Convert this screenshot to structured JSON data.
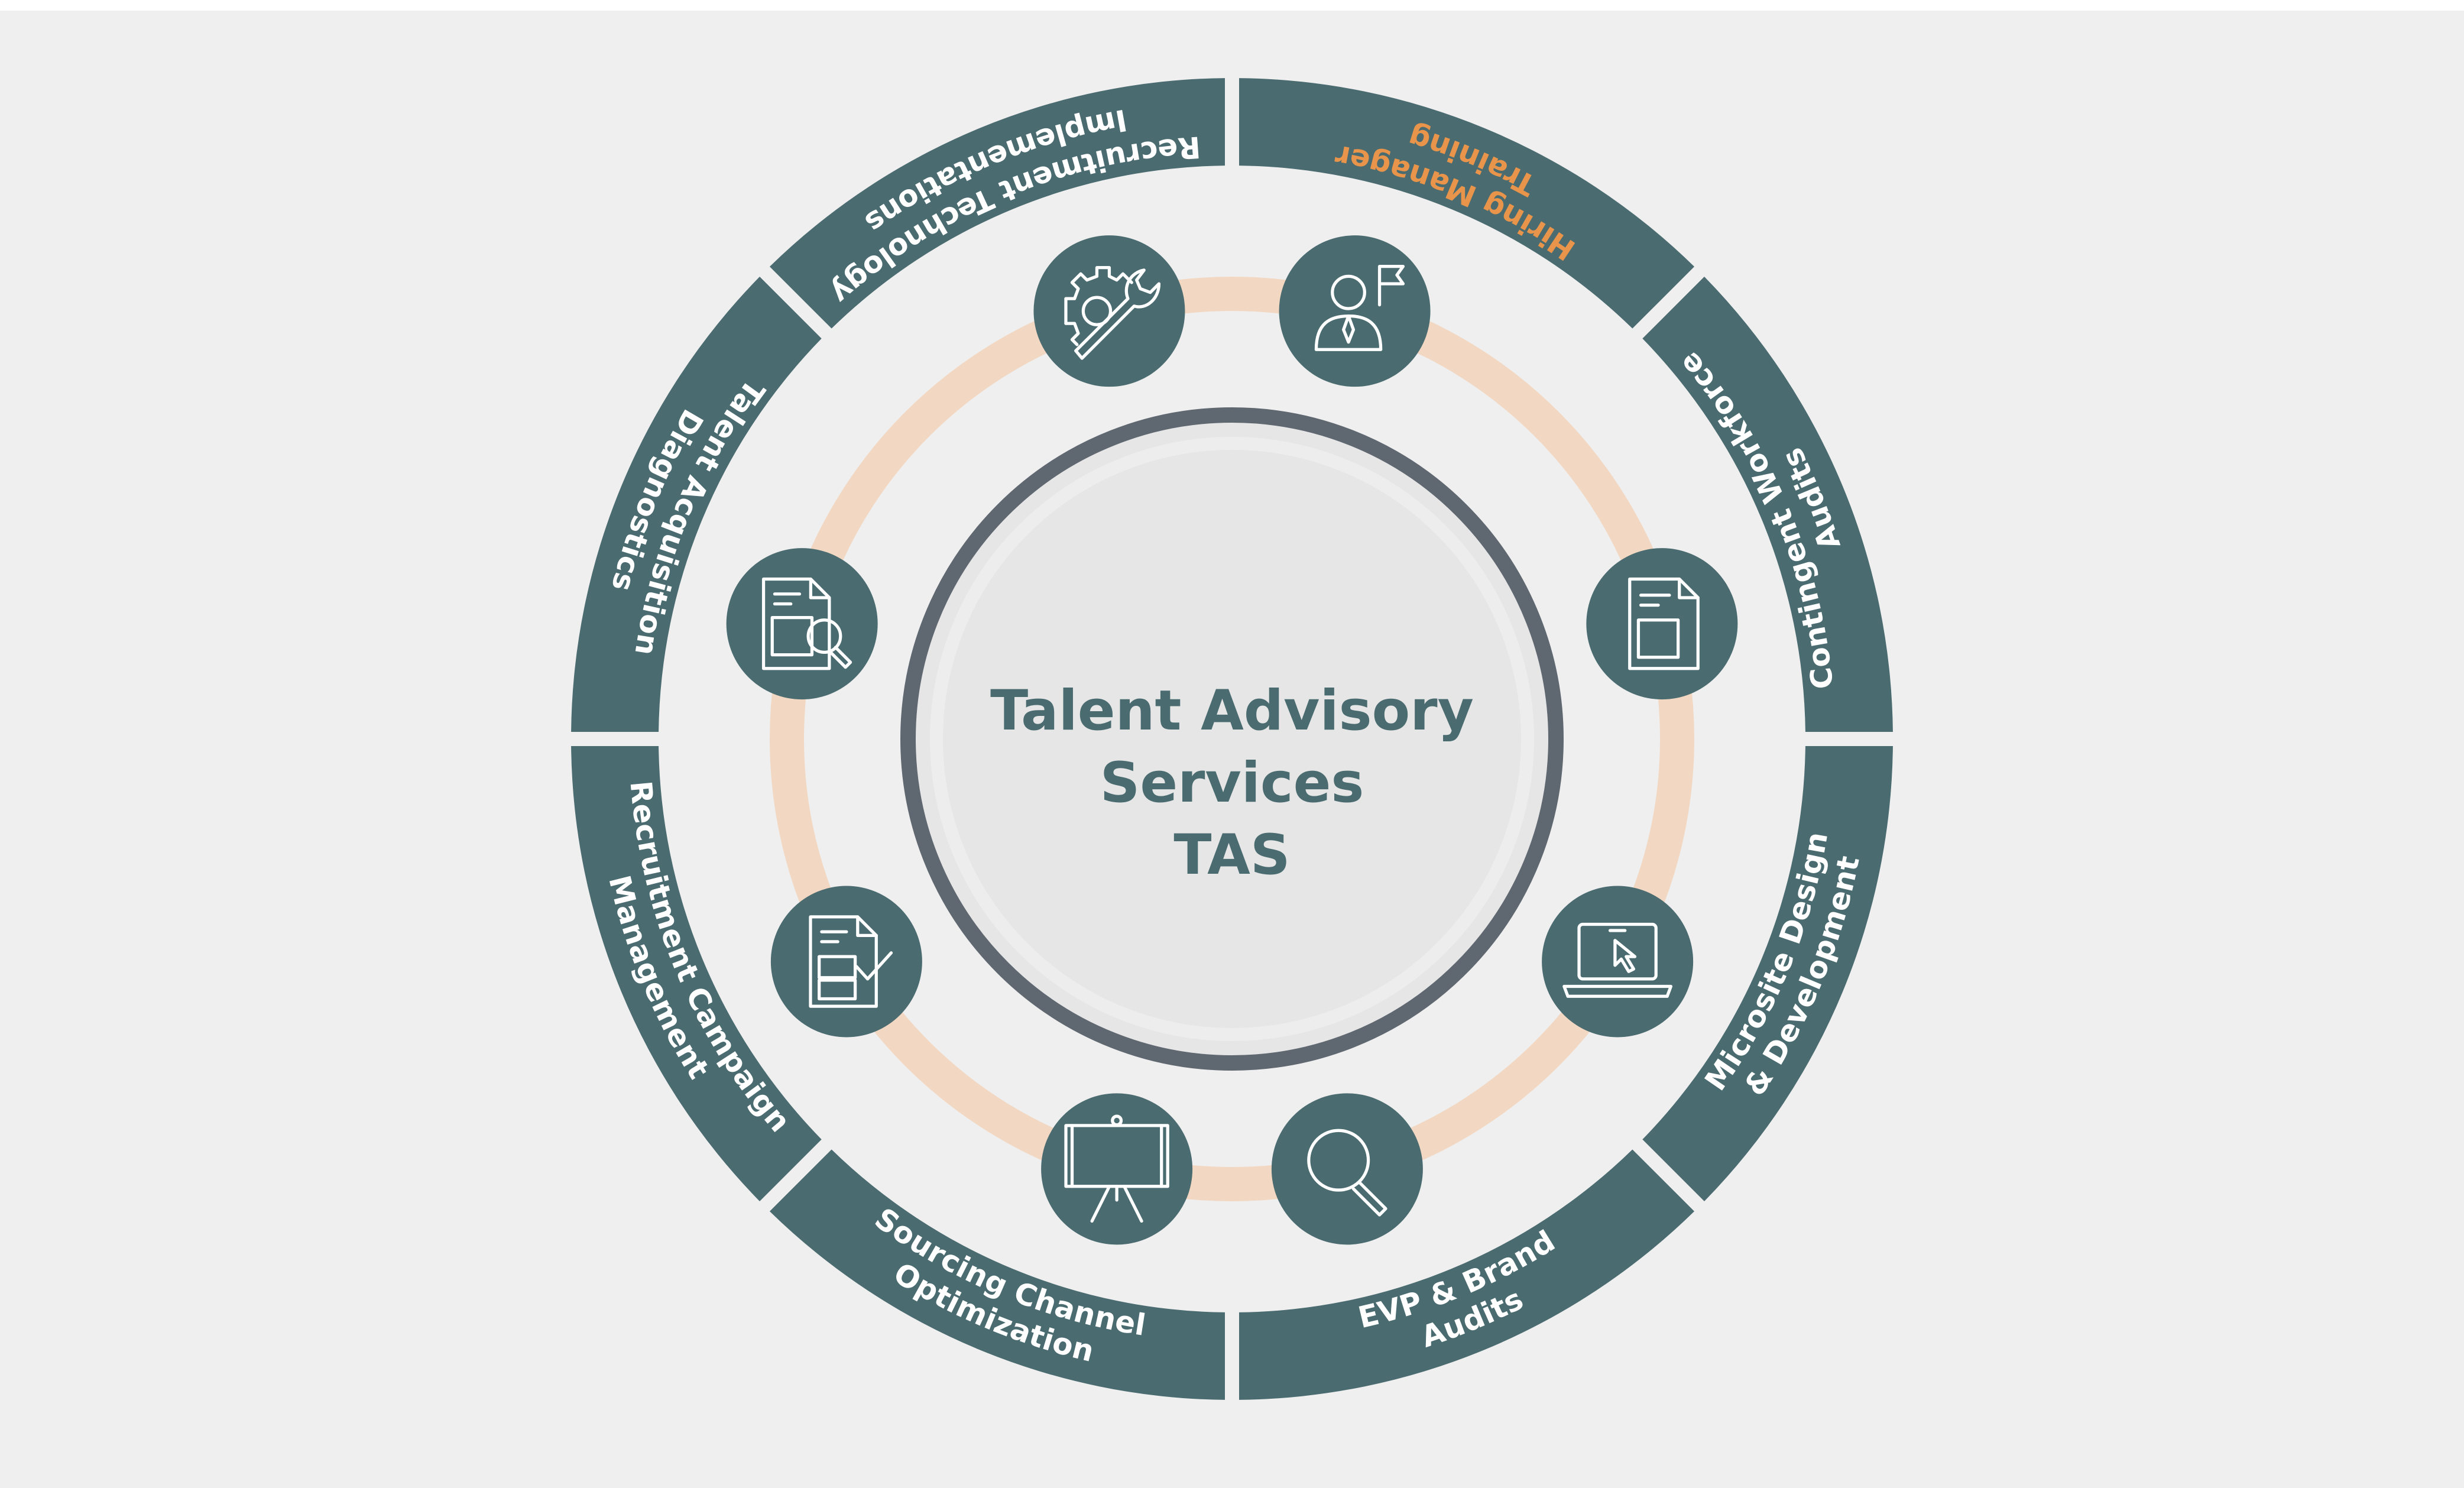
{
  "center": {
    "line1": "Talent Advisory",
    "line2": "Services",
    "line3": "TAS"
  },
  "segments": [
    {
      "id": "hiring-manager-training",
      "lines": [
        "Hiring Manager",
        "Training"
      ],
      "highlight": true
    },
    {
      "id": "contingent-workforce-audits",
      "lines": [
        "Contingent Workforce",
        "Audits"
      ],
      "highlight": false
    },
    {
      "id": "microsite-design-development",
      "lines": [
        "Microsite Design",
        "& Development"
      ],
      "highlight": false
    },
    {
      "id": "evp-brand-audits",
      "lines": [
        "EVP & Brand",
        "Audits"
      ],
      "highlight": false
    },
    {
      "id": "sourcing-channel-optimization",
      "lines": [
        "Sourcing Channel",
        "Optimization"
      ],
      "highlight": false
    },
    {
      "id": "recruitment-campaign-management",
      "lines": [
        "Recruitment Campaign",
        "Management"
      ],
      "highlight": false
    },
    {
      "id": "talent-acquisition-diagnostics",
      "lines": [
        "Talent Acquisition",
        "Diagnostics"
      ],
      "highlight": false
    },
    {
      "id": "recruitment-technology-implementations",
      "lines": [
        "Recruitment Technology",
        "Implementations"
      ],
      "highlight": false
    }
  ],
  "icons": [
    {
      "name": "manager-flag-icon"
    },
    {
      "name": "document-icon"
    },
    {
      "name": "laptop-cursor-icon"
    },
    {
      "name": "magnifier-icon"
    },
    {
      "name": "presentation-board-icon"
    },
    {
      "name": "document-check-icon"
    },
    {
      "name": "document-search-icon"
    },
    {
      "name": "gear-wrench-icon"
    }
  ],
  "colors": {
    "background": "#EFEFEF",
    "segment": "#4A6B70",
    "highlight_text": "#E8944A",
    "orbit_ring": "#F2D8C2",
    "center_ring": "#5F6770",
    "center_fill": "#E6E6E6",
    "icon_circle": "#4A6B70"
  }
}
